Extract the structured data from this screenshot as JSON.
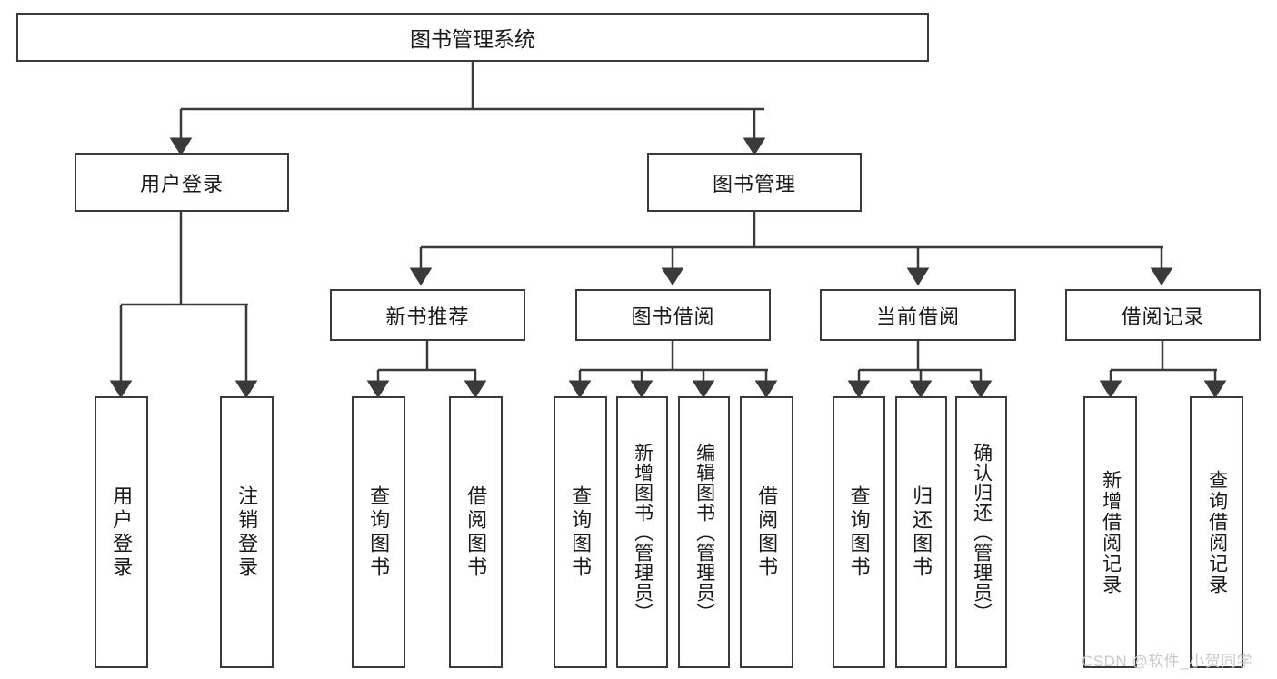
{
  "diagram": {
    "title": "图书管理系统",
    "type": "tree",
    "root": {
      "label": "图书管理系统"
    },
    "level2": [
      {
        "label": "用户登录"
      },
      {
        "label": "图书管理"
      }
    ],
    "level3": [
      {
        "label": "新书推荐"
      },
      {
        "label": "图书借阅"
      },
      {
        "label": "当前借阅"
      },
      {
        "label": "借阅记录"
      }
    ],
    "leaves": {
      "user_login": [
        {
          "label": "用户登录"
        },
        {
          "label": "注销登录"
        }
      ],
      "new_book": [
        {
          "label": "查询图书"
        },
        {
          "label": "借阅图书"
        }
      ],
      "book_borrow": [
        {
          "label": "查询图书"
        },
        {
          "label": "新增图书（管理员）"
        },
        {
          "label": "编辑图书（管理员）"
        },
        {
          "label": "借阅图书"
        }
      ],
      "current_borrow": [
        {
          "label": "查询图书"
        },
        {
          "label": "归还图书"
        },
        {
          "label": "确认归还（管理员）"
        }
      ],
      "borrow_record": [
        {
          "label": "新增借阅记录"
        },
        {
          "label": "查询借阅记录"
        }
      ]
    }
  },
  "watermark": {
    "text": "CSDN @软件_小贺同学"
  },
  "colors": {
    "border": "#3a3a3a",
    "text": "#1a1a1a",
    "background": "#ffffff",
    "watermark": "#c9c9c9"
  }
}
